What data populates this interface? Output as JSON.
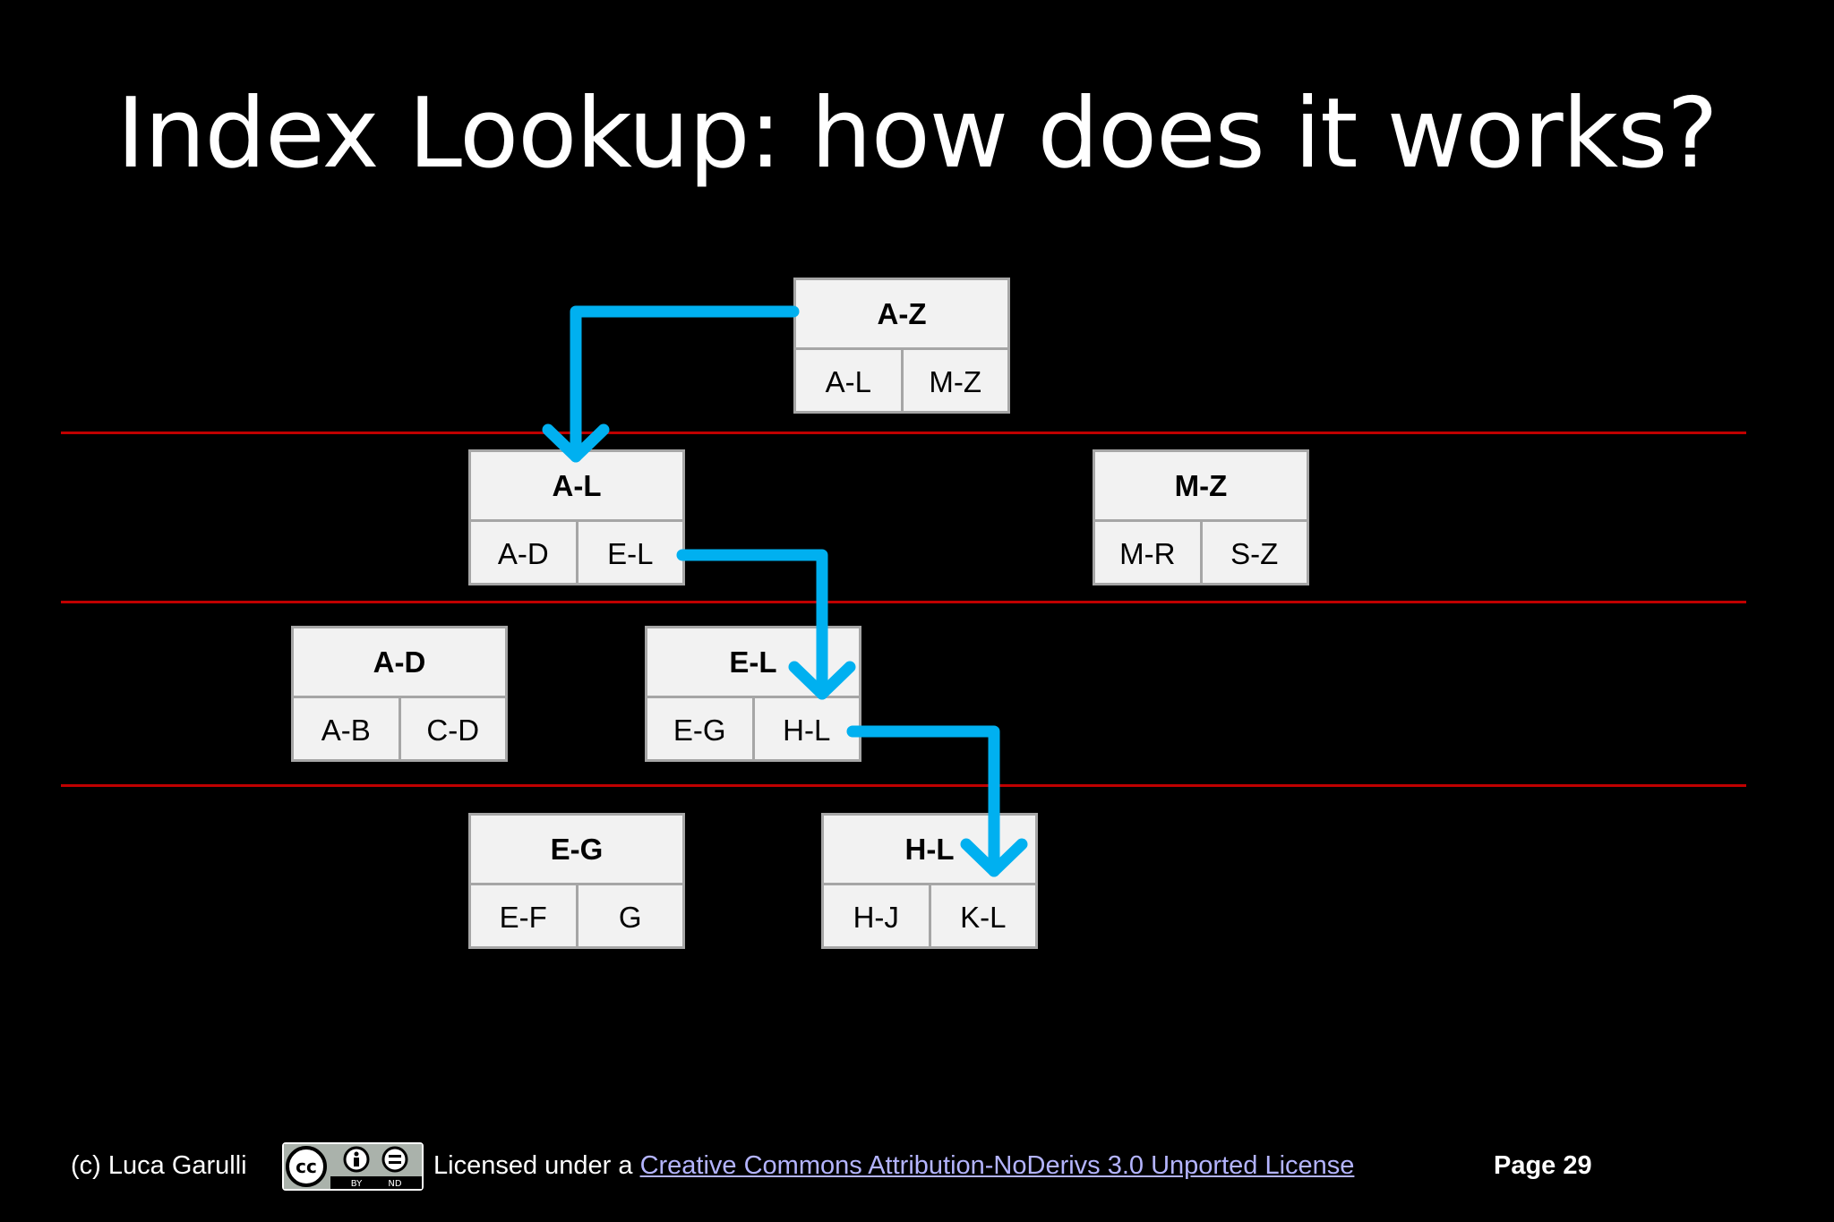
{
  "title": "Index Lookup: how does it works?",
  "nodes": {
    "az": {
      "header": "A-Z",
      "keys": [
        "A-L",
        "M-Z"
      ]
    },
    "al": {
      "header": "A-L",
      "keys": [
        "A-D",
        "E-L"
      ]
    },
    "mz": {
      "header": "M-Z",
      "keys": [
        "M-R",
        "S-Z"
      ]
    },
    "ad": {
      "header": "A-D",
      "keys": [
        "A-B",
        "C-D"
      ]
    },
    "el": {
      "header": "E-L",
      "keys": [
        "E-G",
        "H-L"
      ]
    },
    "eg": {
      "header": "E-G",
      "keys": [
        "E-F",
        "G"
      ]
    },
    "hl": {
      "header": "H-L",
      "keys": [
        "H-J",
        "K-L"
      ]
    }
  },
  "footer": {
    "author": "(c) Luca Garulli",
    "license_prefix": "Licensed under a",
    "license_link": "Creative Commons Attribution-NoDerivs 3.0 Unported License",
    "page": "Page 29",
    "badge": {
      "cc": "cc",
      "by": "BY",
      "nd": "ND"
    }
  },
  "colors": {
    "background": "#000000",
    "node_fill": "#f2f2f2",
    "node_border": "#a6a6a6",
    "level_line": "#c00000",
    "arrow": "#00b0f0"
  },
  "icons": [
    "creative-commons-badge-icon",
    "lookup-arrow-icon"
  ]
}
